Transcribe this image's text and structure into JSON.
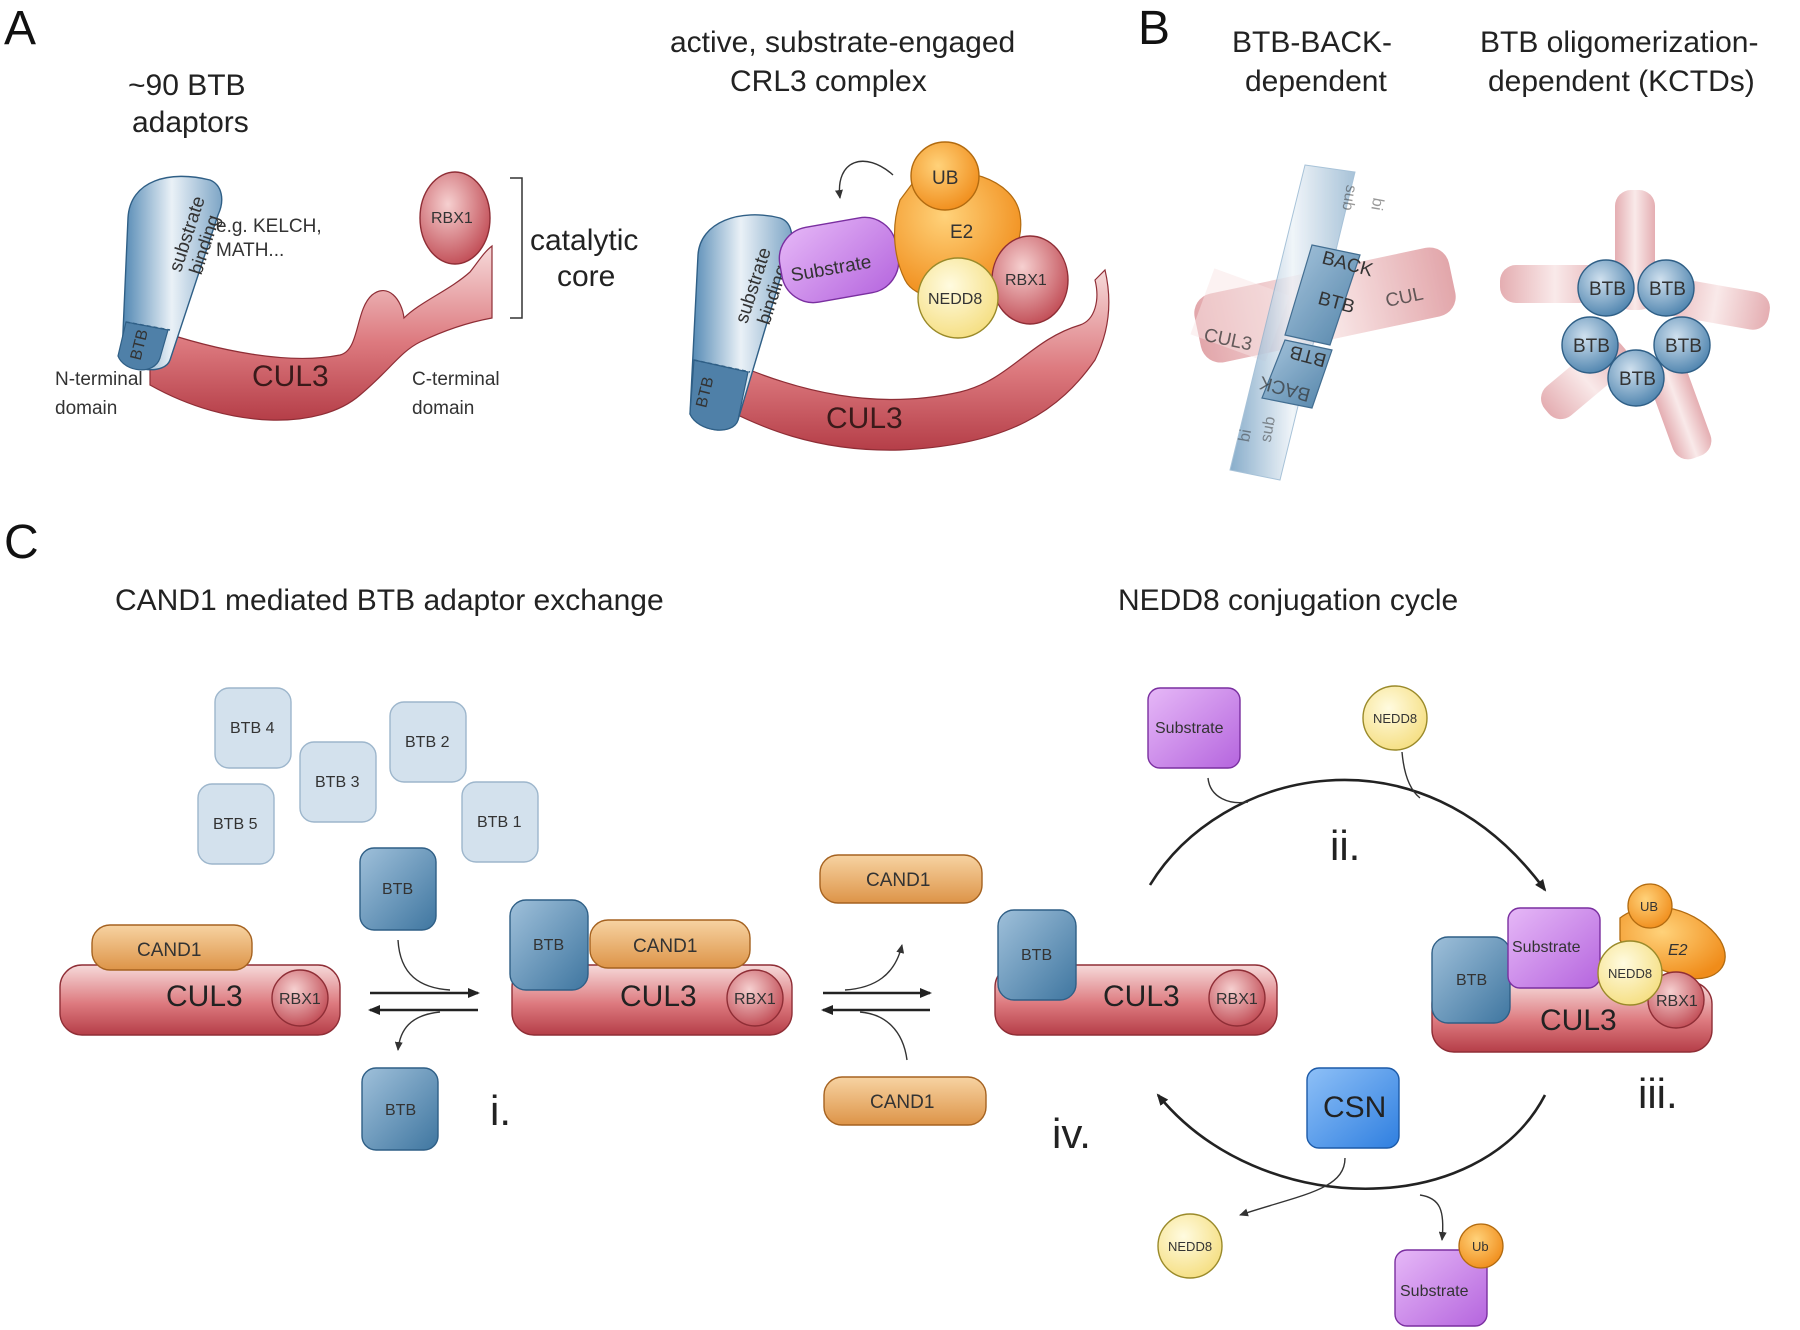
{
  "panels": {
    "a": "A",
    "b": "B",
    "c": "C"
  },
  "panel_a": {
    "adaptors_line1": "~90 BTB",
    "adaptors_line2": "adaptors",
    "eg_line1": "e.g. KELCH,",
    "eg_line2": "MATH...",
    "substrate_binding_1": "substrate",
    "substrate_binding_2": "binding",
    "btb": "BTB",
    "rbx1": "RBX1",
    "catalytic_1": "catalytic",
    "catalytic_2": "core",
    "cul3": "CUL3",
    "n_term_1": "N-terminal",
    "n_term_2": "domain",
    "c_term_1": "C-terminal",
    "c_term_2": "domain",
    "active_1": "active, substrate-engaged",
    "active_2": "CRL3 complex",
    "ub": "UB",
    "e2": "E2",
    "substrate": "Substrate",
    "nedd8": "NEDD8"
  },
  "panel_b": {
    "dimer_1": "BTB-BACK-",
    "dimer_2": "dependent",
    "olig_1": "BTB oligomerization-",
    "olig_2": "dependent (KCTDs)",
    "back": "BACK",
    "btb": "BTB",
    "cul3": "CUL3",
    "cul_partial": "CUL",
    "sub": "sub",
    "bi": "bi"
  },
  "panel_c": {
    "title_left": "CAND1 mediated BTB adaptor exchange",
    "title_right": "NEDD8 conjugation cycle",
    "btb_pool": [
      "BTB 4",
      "BTB 2",
      "BTB 3",
      "BTB 1",
      "BTB 5"
    ],
    "btb": "BTB",
    "cand1": "CAND1",
    "cul3": "CUL3",
    "rbx1": "RBX1",
    "substrate": "Substrate",
    "nedd8": "NEDD8",
    "ub_upper": "UB",
    "ub": "Ub",
    "e2": "E2",
    "csn": "CSN",
    "step_i": "i.",
    "step_ii": "ii.",
    "step_iii": "iii.",
    "step_iv": "iv."
  },
  "colors": {
    "cul3": "#c9545c",
    "cul3_light": "#f2c6c6",
    "btb": "#5a8db5",
    "btb_light": "#c9dbe9",
    "cand1": "#e8a35c",
    "ub": "#f3a12a",
    "nedd8": "#fbe89a",
    "substrate": "#c77ee6",
    "csn": "#4a93e8"
  }
}
